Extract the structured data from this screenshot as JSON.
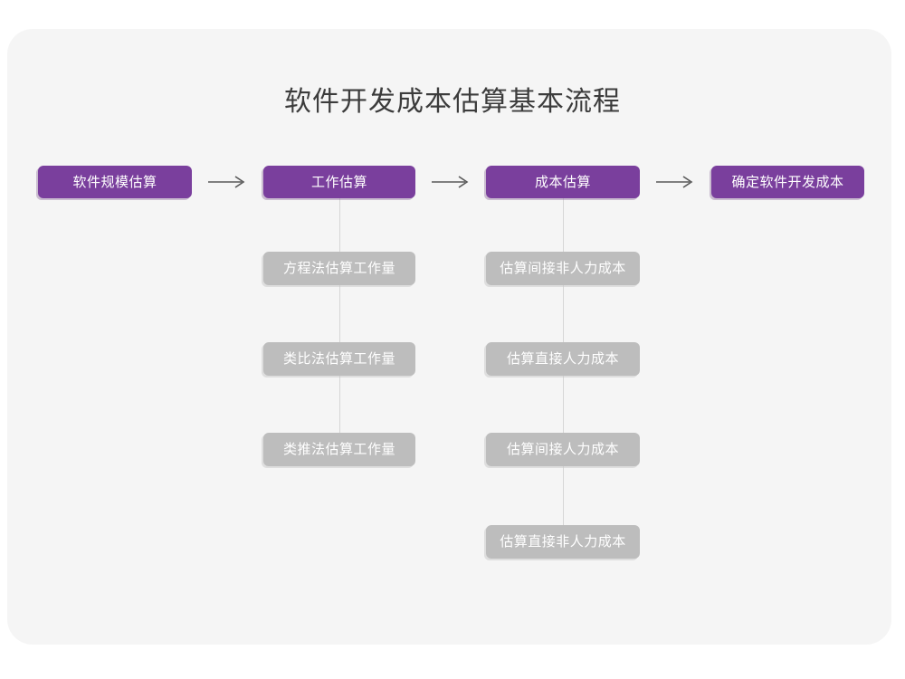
{
  "diagram": {
    "title": "软件开发成本估算基本流程",
    "colors": {
      "primary": "#7a3f9d",
      "secondary": "#bdbdbd",
      "card_background": "#f5f5f5",
      "page_background": "#ffffff",
      "title_text": "#3c3c3c",
      "node_text": "#ffffff",
      "connector": "#d6d6d6",
      "arrow": "#585858"
    },
    "main_flow": [
      {
        "label": "软件规模估算"
      },
      {
        "label": "工作估算"
      },
      {
        "label": "成本估算"
      },
      {
        "label": "确定软件开发成本"
      }
    ],
    "arrows": [
      {
        "name": "arrow-1",
        "glyph": "right-arrow-icon"
      },
      {
        "name": "arrow-2",
        "glyph": "right-arrow-icon"
      },
      {
        "name": "arrow-3",
        "glyph": "right-arrow-icon"
      }
    ],
    "branches": [
      {
        "parent": "工作估算",
        "items": [
          {
            "label": "方程法估算工作量"
          },
          {
            "label": "类比法估算工作量"
          },
          {
            "label": "类推法估算工作量"
          }
        ]
      },
      {
        "parent": "成本估算",
        "items": [
          {
            "label": "估算间接非人力成本"
          },
          {
            "label": "估算直接人力成本"
          },
          {
            "label": "估算间接人力成本"
          },
          {
            "label": "估算直接非人力成本"
          }
        ]
      }
    ]
  }
}
